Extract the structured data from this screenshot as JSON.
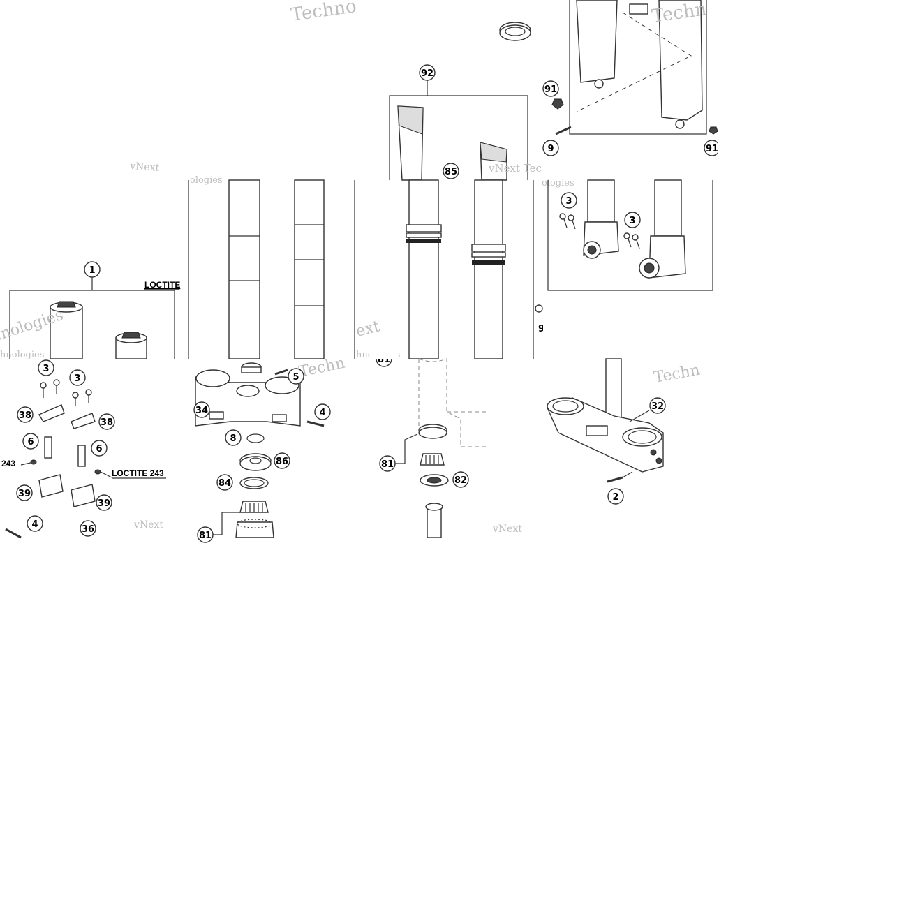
{
  "watermark": {
    "line1": "vNext",
    "line2": "Technologies",
    "combined": "vNext Tec",
    "fragments": [
      "Techno",
      "Techn",
      "hnologies",
      "ologies",
      "ext",
      "Techn",
      "vNext",
      "vNext"
    ]
  },
  "callouts": {
    "c92": "92",
    "c85": "85",
    "c91a": "91",
    "c9": "9",
    "c91b": "91",
    "c1": "1",
    "c3a": "3",
    "c3b": "3",
    "c3c": "3",
    "c3d": "3",
    "c38a": "38",
    "c38b": "38",
    "c6a": "6",
    "c6b": "6",
    "c39a": "39",
    "c39b": "39",
    "c4a": "4",
    "c36": "36",
    "c34": "34",
    "c5": "5",
    "c4b": "4",
    "c8": "8",
    "c86": "86",
    "c84": "84",
    "c81a": "81",
    "c81b": "81",
    "c82": "82",
    "c32": "32",
    "c2": "2"
  },
  "labels": {
    "loctite_top": "LOCTITE",
    "loctite_243_right": "LOCTITE 243",
    "loctite_243_left": "243"
  }
}
